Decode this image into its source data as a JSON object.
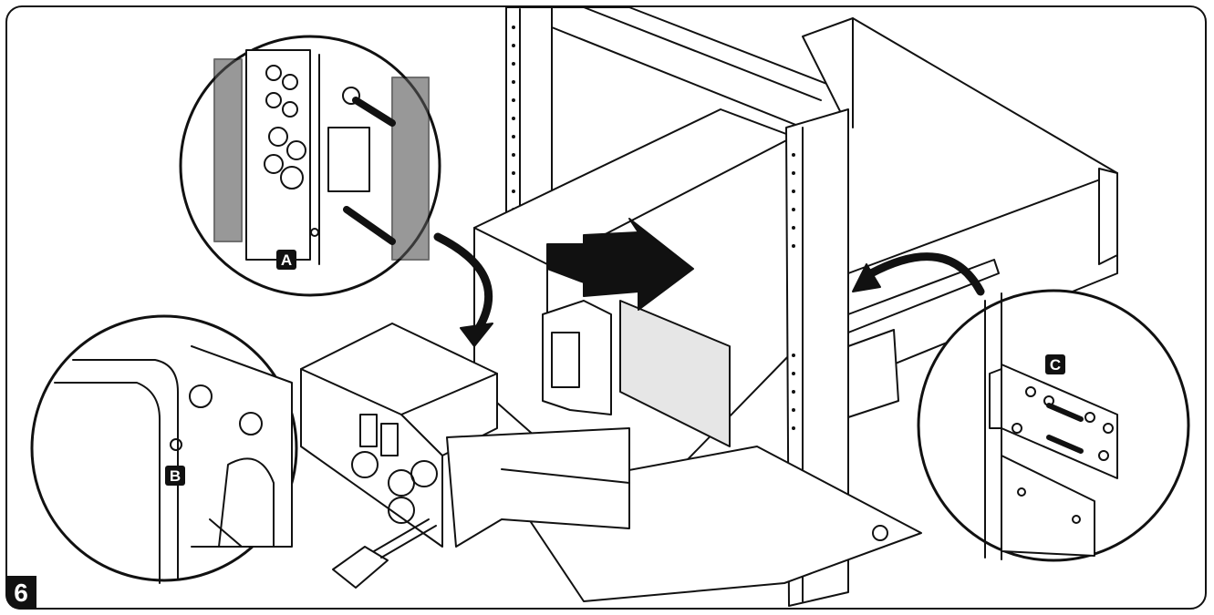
{
  "figure": {
    "step_number": "6",
    "callouts": [
      {
        "label": "A"
      },
      {
        "label": "B"
      },
      {
        "label": "C"
      }
    ]
  },
  "colors": {
    "line": "#111111",
    "fill": "#ffffff",
    "shade": "#d9d9d9",
    "badge_bg": "#111111",
    "badge_text": "#ffffff"
  }
}
